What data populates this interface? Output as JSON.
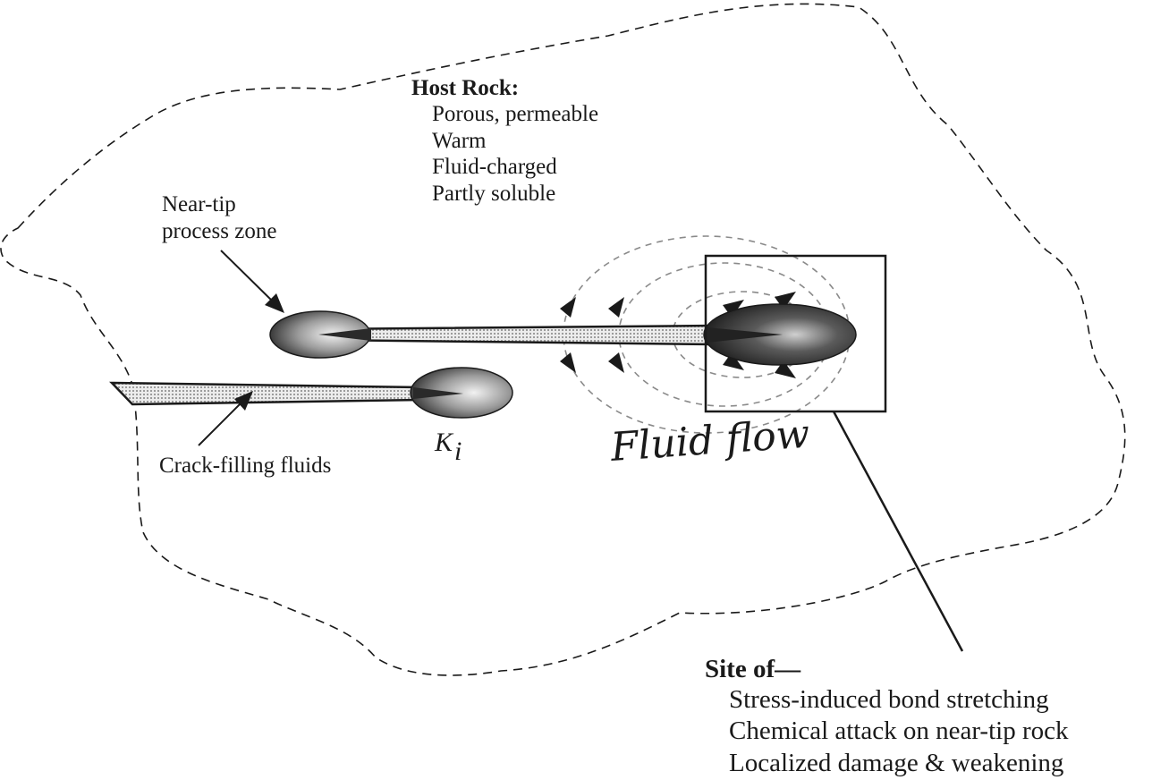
{
  "host_rock": {
    "heading": "Host Rock:",
    "properties": [
      "Porous, permeable",
      "Warm",
      "Fluid-charged",
      "Partly soluble"
    ]
  },
  "labels": {
    "process_zone_line1": "Near-tip",
    "process_zone_line2": "process zone",
    "crack_fluids": "Crack-filling fluids",
    "k_symbol": "K",
    "k_subscript": "i",
    "fluid_flow": "Fluid flow"
  },
  "site": {
    "heading": "Site of—",
    "items": [
      "Stress-induced bond stretching",
      "Chemical attack on near-tip rock",
      "Localized damage & weakening"
    ]
  },
  "colors": {
    "ink": "#1a1a1a",
    "flow_lines": "#8a8a8a",
    "crack_fill": "#e4e4e4"
  }
}
